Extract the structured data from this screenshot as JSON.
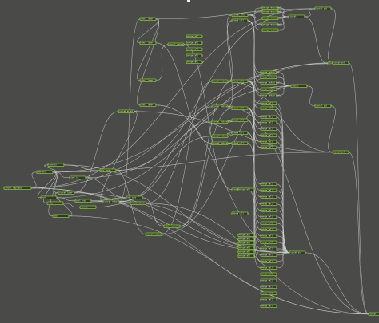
{
  "canvas": {
    "background": "#4a4b49",
    "edge_color": "#c9cbc6",
    "node_border_color": "#8fc23c",
    "node_fill_color": "#2f3b27",
    "node_text_color": "#dfe8cf"
  },
  "nodes": [
    {
      "id": "n0",
      "label": "output_fc"
    },
    {
      "id": "n1",
      "label": "input"
    },
    {
      "id": "n2",
      "label": "add_cell"
    },
    {
      "id": "n3",
      "label": "conv_in"
    },
    {
      "id": "n4",
      "label": "norm"
    },
    {
      "id": "n5",
      "label": "relu"
    },
    {
      "id": "n6",
      "label": "pool"
    },
    {
      "id": "n7",
      "label": "concat_layer"
    },
    {
      "id": "n8",
      "label": "conv_a"
    },
    {
      "id": "n9",
      "label": "mix_layer"
    },
    {
      "id": "n10",
      "label": "concat_reduce_cell"
    },
    {
      "id": "n11",
      "label": "pool_proj"
    },
    {
      "id": "n12",
      "label": "conv_b"
    },
    {
      "id": "n13",
      "label": "concat_mixed_cell"
    },
    {
      "id": "n14",
      "label": "sep_conv"
    },
    {
      "id": "n15",
      "label": "concat_reduce_cell"
    },
    {
      "id": "n16",
      "label": "concat_block_cell"
    },
    {
      "id": "n17",
      "label": "stack_mixed_cell"
    },
    {
      "id": "n18",
      "label": "stack_layer"
    },
    {
      "id": "n19",
      "label": "stack_layer"
    },
    {
      "id": "n20",
      "label": "stack_layer"
    },
    {
      "id": "n21",
      "label": "stack_layer"
    },
    {
      "id": "n22",
      "label": "concat_reduce_cell"
    },
    {
      "id": "n23",
      "label": "concat_reduce_cell"
    },
    {
      "id": "n24",
      "label": "concat_reduce"
    },
    {
      "id": "n25",
      "label": "concat_reduce"
    },
    {
      "id": "n26",
      "label": "concat_reduce_cell"
    },
    {
      "id": "n27",
      "label": "concat_reduce_cell"
    },
    {
      "id": "n28",
      "label": "concat_cell"
    },
    {
      "id": "n29",
      "label": "stack_cell"
    },
    {
      "id": "n30",
      "label": "stack_cell"
    },
    {
      "id": "n31",
      "label": "stack_cell"
    },
    {
      "id": "n32",
      "label": "stack_cell"
    },
    {
      "id": "n33",
      "label": "stack_cell"
    },
    {
      "id": "n34",
      "label": "stack_cell"
    },
    {
      "id": "n35",
      "label": "stack_cell"
    },
    {
      "id": "n36",
      "label": "merge_reduce_cell"
    },
    {
      "id": "n37",
      "label": "merge_reduce_cell"
    },
    {
      "id": "n38",
      "label": "merge_reduce_cell"
    },
    {
      "id": "n39",
      "label": "merge_reduce_cell"
    },
    {
      "id": "n40",
      "label": "merge_reduce_cell"
    },
    {
      "id": "n41",
      "label": "merge_reduce_cell"
    },
    {
      "id": "n42",
      "label": "merge_reduce_cell"
    },
    {
      "id": "n43",
      "label": "merge_reduce_cell"
    },
    {
      "id": "n44",
      "label": "merge_reduce_cell"
    },
    {
      "id": "n45",
      "label": "merge_reduce_cell"
    },
    {
      "id": "n46",
      "label": "merge_cell"
    },
    {
      "id": "n47",
      "label": "merge_cell"
    },
    {
      "id": "n48",
      "label": "merge_cell"
    },
    {
      "id": "n49",
      "label": "merge_cell"
    },
    {
      "id": "n50",
      "label": "merge_cell"
    },
    {
      "id": "n51",
      "label": "merge_cell"
    },
    {
      "id": "n52",
      "label": "merge_cell"
    },
    {
      "id": "n53",
      "label": "merge_cell"
    },
    {
      "id": "n54",
      "label": "merge_cell"
    },
    {
      "id": "n55",
      "label": "merge_cell"
    },
    {
      "id": "n56",
      "label": "merge_cell"
    },
    {
      "id": "n57",
      "label": "merge_cell"
    },
    {
      "id": "n58",
      "label": "merge_cell"
    },
    {
      "id": "n59",
      "label": "merge_cell"
    },
    {
      "id": "n60",
      "label": "merge_cell"
    },
    {
      "id": "n61",
      "label": "merge_cell"
    },
    {
      "id": "n62",
      "label": "merge_cell"
    },
    {
      "id": "n63",
      "label": "merge_cell"
    },
    {
      "id": "n64",
      "label": "merge_cell"
    },
    {
      "id": "n65",
      "label": "merge_cell"
    },
    {
      "id": "n66",
      "label": "merge_cell"
    },
    {
      "id": "n67",
      "label": "merge_cell"
    },
    {
      "id": "n68",
      "label": "merge_cell"
    },
    {
      "id": "n69",
      "label": "merge_cell"
    },
    {
      "id": "n70",
      "label": "merge_cell"
    },
    {
      "id": "n71",
      "label": "merge_cell"
    },
    {
      "id": "n72",
      "label": "merge_cell"
    },
    {
      "id": "n73",
      "label": "merge_cell"
    },
    {
      "id": "n74",
      "label": "merge_cell"
    },
    {
      "id": "n75",
      "label": "merge_cell"
    },
    {
      "id": "n76",
      "label": "merge_cell"
    },
    {
      "id": "n77",
      "label": "merge_cell"
    },
    {
      "id": "n78",
      "label": "merge_cell"
    },
    {
      "id": "n79",
      "label": "merge_cell"
    },
    {
      "id": "n80",
      "label": "merge_cell"
    },
    {
      "id": "n81",
      "label": "merge_cell"
    },
    {
      "id": "n82",
      "label": "merge_cell"
    },
    {
      "id": "n83",
      "label": "merge_cell"
    },
    {
      "id": "n84",
      "label": "merge_cell"
    },
    {
      "id": "n85",
      "label": "merge_cell"
    },
    {
      "id": "n86",
      "label": "merge_cell"
    },
    {
      "id": "n87",
      "label": "concat"
    },
    {
      "id": "n88",
      "label": "concat"
    },
    {
      "id": "n89",
      "label": "concat_out"
    },
    {
      "id": "n90",
      "label": "concat_out"
    },
    {
      "id": "n91",
      "label": "concat_out"
    },
    {
      "id": "n92",
      "label": "concat_out"
    },
    {
      "id": "n93",
      "label": "concat_out"
    },
    {
      "id": "n94",
      "label": "concat_out"
    },
    {
      "id": "n95",
      "label": "output"
    }
  ],
  "edges": [
    [
      "n1",
      "n2"
    ],
    [
      "n2",
      "n3"
    ],
    [
      "n2",
      "n4"
    ],
    [
      "n2",
      "n5"
    ],
    [
      "n2",
      "n6"
    ],
    [
      "n2",
      "n7"
    ],
    [
      "n2",
      "n8"
    ],
    [
      "n3",
      "n9"
    ],
    [
      "n4",
      "n11"
    ],
    [
      "n5",
      "n12"
    ],
    [
      "n6",
      "n7"
    ],
    [
      "n7",
      "n13"
    ],
    [
      "n8",
      "n14"
    ],
    [
      "n9",
      "n15"
    ],
    [
      "n11",
      "n16"
    ],
    [
      "n12",
      "n16"
    ],
    [
      "n13",
      "n10"
    ],
    [
      "n14",
      "n17"
    ],
    [
      "n15",
      "n22"
    ],
    [
      "n16",
      "n23"
    ],
    [
      "n10",
      "n18"
    ],
    [
      "n18",
      "n19"
    ],
    [
      "n18",
      "n20"
    ],
    [
      "n18",
      "n21"
    ],
    [
      "n10",
      "n24"
    ],
    [
      "n10",
      "n25"
    ],
    [
      "n22",
      "n28"
    ],
    [
      "n23",
      "n29"
    ],
    [
      "n17",
      "n30"
    ],
    [
      "n17",
      "n31"
    ],
    [
      "n24",
      "n32"
    ],
    [
      "n25",
      "n33"
    ],
    [
      "n28",
      "n36"
    ],
    [
      "n28",
      "n37"
    ],
    [
      "n28",
      "n38"
    ],
    [
      "n28",
      "n39"
    ],
    [
      "n28",
      "n40"
    ],
    [
      "n36",
      "n87"
    ],
    [
      "n37",
      "n87"
    ],
    [
      "n38",
      "n87"
    ],
    [
      "n39",
      "n87"
    ],
    [
      "n40",
      "n87"
    ],
    [
      "n87",
      "n89"
    ],
    [
      "n87",
      "n90"
    ],
    [
      "n29",
      "n41"
    ],
    [
      "n29",
      "n42"
    ],
    [
      "n29",
      "n43"
    ],
    [
      "n29",
      "n44"
    ],
    [
      "n29",
      "n45"
    ],
    [
      "n41",
      "n88"
    ],
    [
      "n42",
      "n88"
    ],
    [
      "n43",
      "n88"
    ],
    [
      "n44",
      "n88"
    ],
    [
      "n45",
      "n88"
    ],
    [
      "n88",
      "n91"
    ],
    [
      "n89",
      "n93"
    ],
    [
      "n90",
      "n93"
    ],
    [
      "n91",
      "n94"
    ],
    [
      "n93",
      "n95"
    ],
    [
      "n94",
      "n95"
    ],
    [
      "n30",
      "n46"
    ],
    [
      "n30",
      "n47"
    ],
    [
      "n30",
      "n48"
    ],
    [
      "n30",
      "n49"
    ],
    [
      "n30",
      "n50"
    ],
    [
      "n30",
      "n51"
    ],
    [
      "n30",
      "n52"
    ],
    [
      "n30",
      "n53"
    ],
    [
      "n31",
      "n54"
    ],
    [
      "n31",
      "n55"
    ],
    [
      "n31",
      "n56"
    ],
    [
      "n31",
      "n57"
    ],
    [
      "n31",
      "n58"
    ],
    [
      "n31",
      "n59"
    ],
    [
      "n31",
      "n60"
    ],
    [
      "n31",
      "n61"
    ],
    [
      "n46",
      "n92"
    ],
    [
      "n47",
      "n92"
    ],
    [
      "n48",
      "n92"
    ],
    [
      "n49",
      "n92"
    ],
    [
      "n50",
      "n92"
    ],
    [
      "n51",
      "n92"
    ],
    [
      "n52",
      "n92"
    ],
    [
      "n53",
      "n92"
    ],
    [
      "n54",
      "n92"
    ],
    [
      "n55",
      "n92"
    ],
    [
      "n56",
      "n92"
    ],
    [
      "n57",
      "n92"
    ],
    [
      "n58",
      "n92"
    ],
    [
      "n59",
      "n92"
    ],
    [
      "n60",
      "n92"
    ],
    [
      "n61",
      "n92"
    ],
    [
      "n62",
      "n92"
    ],
    [
      "n63",
      "n92"
    ],
    [
      "n64",
      "n92"
    ],
    [
      "n65",
      "n92"
    ],
    [
      "n66",
      "n92"
    ],
    [
      "n67",
      "n92"
    ],
    [
      "n92",
      "n95"
    ],
    [
      "n32",
      "n62"
    ],
    [
      "n32",
      "n63"
    ],
    [
      "n33",
      "n64"
    ],
    [
      "n33",
      "n65"
    ],
    [
      "n34",
      "n66"
    ],
    [
      "n35",
      "n67"
    ],
    [
      "n26",
      "n34"
    ],
    [
      "n27",
      "n35"
    ],
    [
      "n19",
      "n26"
    ],
    [
      "n20",
      "n27"
    ],
    [
      "n1",
      "n89"
    ],
    [
      "n1",
      "n90"
    ],
    [
      "n1",
      "n92"
    ],
    [
      "n1",
      "n95"
    ],
    [
      "n2",
      "n93"
    ],
    [
      "n2",
      "n94"
    ],
    [
      "n3",
      "n92"
    ],
    [
      "n4",
      "n93"
    ],
    [
      "n6",
      "n95"
    ],
    [
      "n7",
      "n92"
    ],
    [
      "n8",
      "n88"
    ],
    [
      "n9",
      "n87"
    ],
    [
      "n13",
      "n94"
    ],
    [
      "n15",
      "n88"
    ],
    [
      "n16",
      "n95"
    ],
    [
      "n10",
      "n92"
    ],
    [
      "n18",
      "n89"
    ],
    [
      "n21",
      "n92"
    ],
    [
      "n22",
      "n94"
    ],
    [
      "n23",
      "n95"
    ],
    [
      "n0",
      "n1"
    ],
    [
      "n5",
      "n10"
    ],
    [
      "n11",
      "n14"
    ]
  ]
}
